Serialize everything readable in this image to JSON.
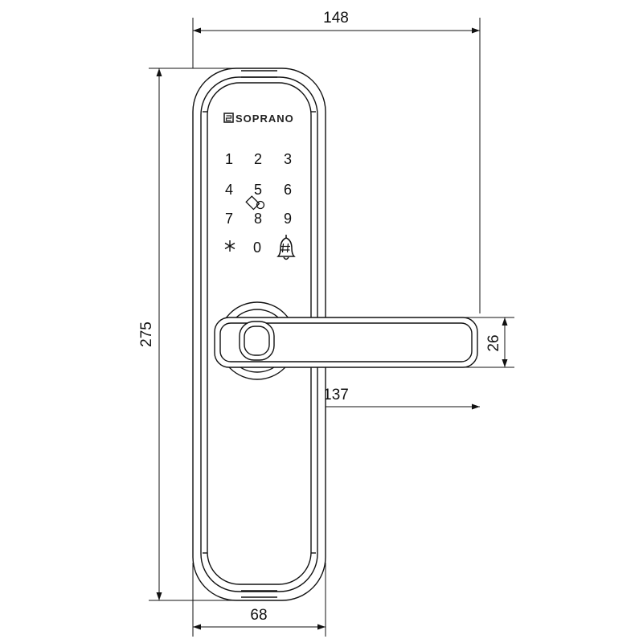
{
  "brand": {
    "logo_text": "SOPRANO"
  },
  "keypad": {
    "keys": [
      "1",
      "2",
      "3",
      "4",
      "5",
      "6",
      "7",
      "8",
      "9",
      "*",
      "0",
      "#"
    ]
  },
  "dimensions": {
    "overall_width": "148",
    "overall_height": "275",
    "plate_width": "68",
    "handle_length": "137",
    "handle_height": "26"
  }
}
